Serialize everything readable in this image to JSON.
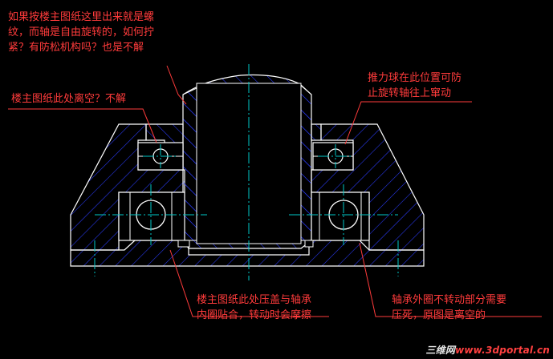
{
  "notes": {
    "top_left": {
      "lines": [
        "如果按楼主图纸这里出来就是螺",
        "纹，而轴是自由旋转的，如何拧",
        "紧？有防松机构吗？也是不解"
      ]
    },
    "mid_left": {
      "lines": [
        "楼主图纸此处离空？不解"
      ]
    },
    "top_right": {
      "lines": [
        "推力球在此位置可防",
        "止旋转轴往上窜动"
      ]
    },
    "bottom_center": {
      "lines": [
        "楼主图纸此处压盖与轴承",
        "内圈贴合，转动时会摩擦"
      ]
    },
    "bottom_right": {
      "lines": [
        "轴承外圈不转动部分需要",
        "压死，原图是离空的"
      ]
    }
  },
  "watermark": {
    "brand": "三维网",
    "url": "www.3dportal.cn"
  },
  "colors": {
    "background": "#000000",
    "outline": "#ffffff",
    "hatch": "#2a3cff",
    "annotation": "#ff3b3b",
    "centerline": "#00c8c8"
  }
}
